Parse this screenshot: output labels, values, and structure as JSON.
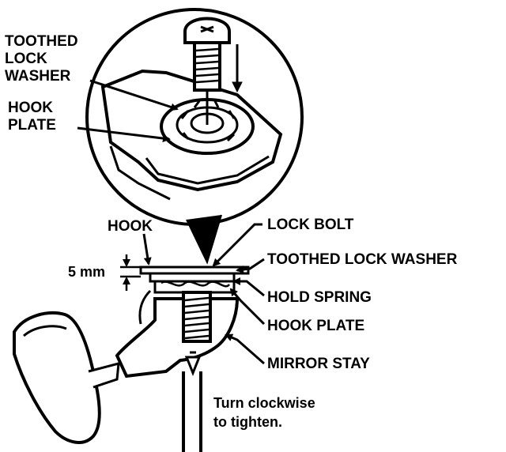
{
  "labels": {
    "toothed_lock_washer_top": [
      "TOOTHED",
      "LOCK",
      "WASHER"
    ],
    "hook_plate_top": [
      "HOOK",
      "PLATE"
    ],
    "hook": "HOOK",
    "five_mm": "5 mm",
    "lock_bolt": "LOCK BOLT",
    "toothed_lock_washer": "TOOTHED LOCK WASHER",
    "hold_spring": "HOLD SPRING",
    "hook_plate": "HOOK PLATE",
    "mirror_stay": "MIRROR STAY"
  },
  "caption": [
    "Turn clockwise",
    "to tighten."
  ]
}
